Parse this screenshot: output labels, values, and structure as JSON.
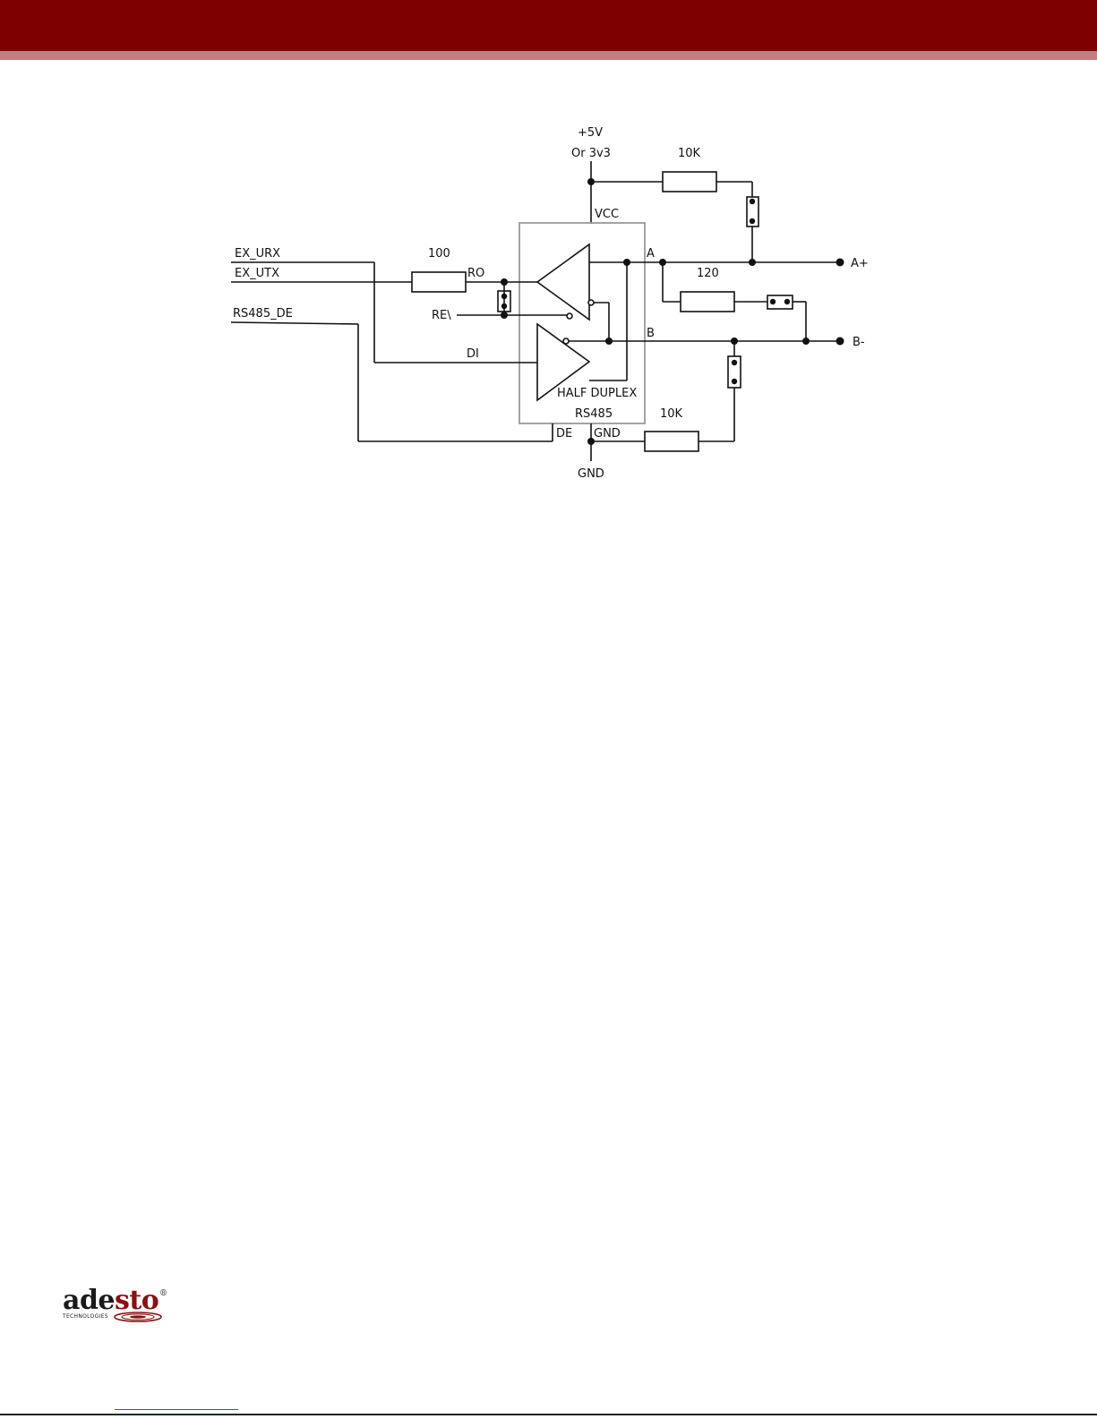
{
  "header": {
    "band_color": "#7f0000",
    "stripe_color": "#c08080"
  },
  "schematic": {
    "supply_top": "+5V",
    "supply_bottom": "Or 3v3",
    "pullup_value": "10K",
    "pulldown_value": "10K",
    "series_value": "100",
    "termination_value": "120",
    "vcc": "VCC",
    "gnd_pin": "GND",
    "gnd_net": "GND",
    "ex_urx": "EX_URX",
    "ex_utx": "EX_UTX",
    "rs485_de": "RS485_DE",
    "ro": "RO",
    "re": "RE\\",
    "di": "DI",
    "de": "DE",
    "pin_a": "A",
    "pin_b": "B",
    "out_a": "A+",
    "out_b": "B-",
    "chip_line1": "HALF DUPLEX",
    "chip_line2": "RS485"
  },
  "footer": {
    "logo_text_1": "ade",
    "logo_text_2": "sto",
    "logo_reg": "®",
    "logo_sub": "TECHNOLOGIES",
    "logo_color_dark": "#1a1a1a",
    "logo_color_red": "#8a1010"
  }
}
